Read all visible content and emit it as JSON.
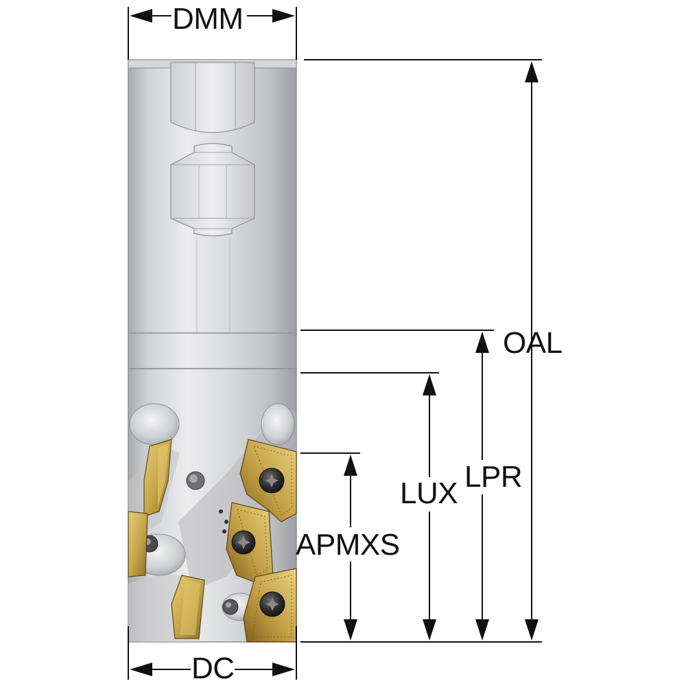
{
  "diagram": {
    "dimensions": {
      "dmm": "DMM",
      "dc": "DC",
      "oal": "OAL",
      "lpr": "LPR",
      "lux": "LUX",
      "apmxs": "APMXS"
    },
    "colors": {
      "line": "#111111",
      "shank_light": "#e2e3e5",
      "shank_mid": "#c9cacc",
      "shank_dark": "#a4a5a8",
      "insert_gold": "#c9a74a",
      "insert_gold_dark": "#8a6a1e",
      "insert_edge": "#5b4a1e",
      "screw_dark": "#2a2a2a"
    },
    "icons": [
      "end-mill-cutter-drawing",
      "arrowhead",
      "torx-screw-icon"
    ]
  }
}
